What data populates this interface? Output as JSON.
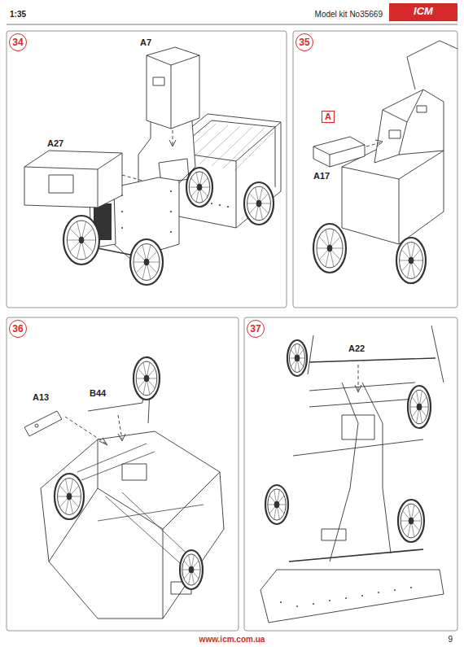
{
  "diagram": {
    "nodes": [
      {
        "text": [
          "34"
        ]
      },
      {
        "text": [
          "35"
        ]
      },
      {
        "text": [
          "A"
        ]
      },
      {
        "text": [
          "36"
        ]
      },
      {
        "text": [
          "37"
        ]
      }
    ],
    "labels": [
      "1:35",
      "Model kit No35669",
      "ICM",
      "A7",
      "A27",
      "A17",
      "A13",
      "B44",
      "A22",
      "www.icm.com.ua",
      "9"
    ]
  }
}
